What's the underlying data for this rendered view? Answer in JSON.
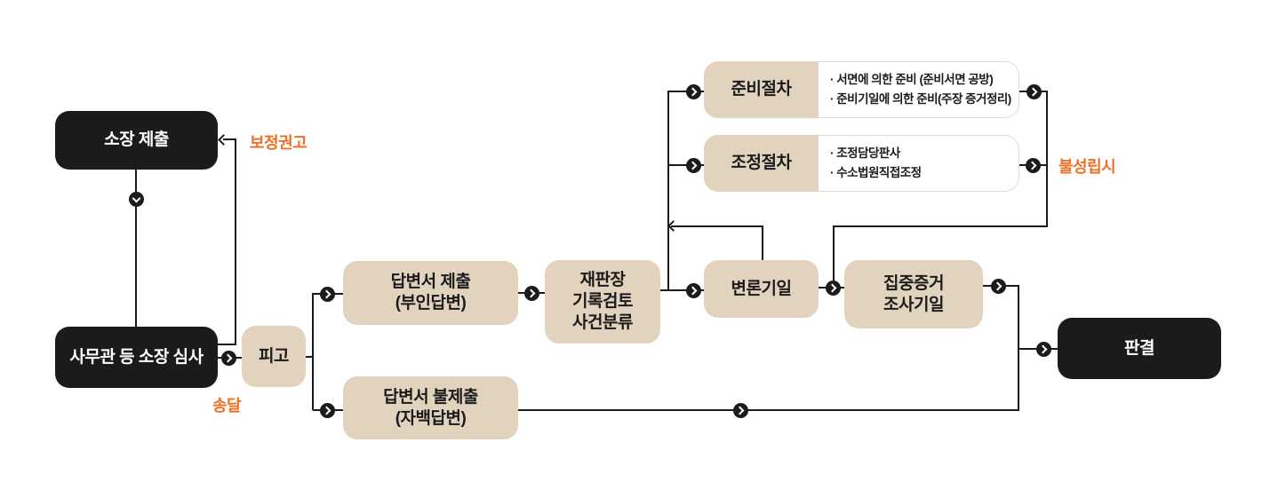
{
  "colors": {
    "node_dark": "#1b1b1b",
    "node_beige": "#e2d3bf",
    "accent_orange": "#ed7026",
    "line": "#1b1b1b",
    "detail_border": "#dcdcdc",
    "background": "#ffffff"
  },
  "nodes": {
    "complaint_filing": "소장 제출",
    "clerk_review": "사무관 등 소장 심사",
    "defendant": "피고",
    "answer_filed": "답변서 제출\n(부인답변)",
    "answer_not_filed": "답변서 불제출\n(자백답변)",
    "judge_record_review": "재판장\n기록검토\n사건분류",
    "hearing_date": "변론기일",
    "evidence_exam": "집중증거\n조사기일",
    "judgment": "판결",
    "preparation": {
      "title": "준비절차",
      "details": "· 서면에 의한 준비 (준비서면 공방)\n· 준비기일에 의한 준비(주장 증거정리)"
    },
    "mediation": {
      "title": "조정절차",
      "details": "· 조정담당판사\n· 수소법원직접조정"
    }
  },
  "edge_labels": {
    "correction_recommendation": "보정권고",
    "service_of_process": "송달",
    "if_not_settled": "불성립시"
  }
}
